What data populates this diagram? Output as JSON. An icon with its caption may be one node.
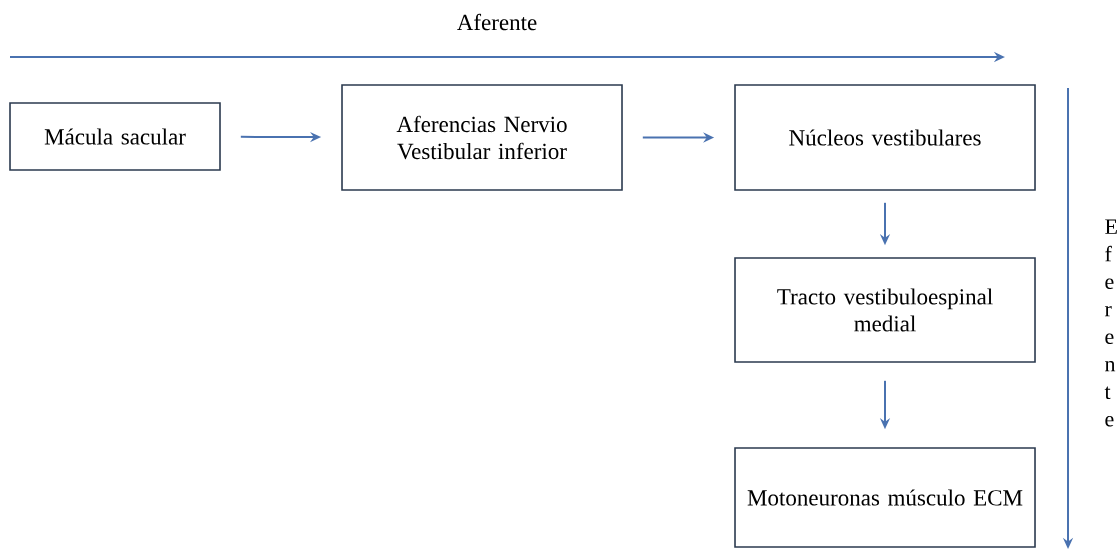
{
  "diagram": {
    "nodes": [
      {
        "text": [
          "Mácula sacular"
        ]
      },
      {
        "text": [
          "Aferencias Nervio Vestibular inferior"
        ]
      },
      {
        "text": [
          "Núcleos vestibulares"
        ]
      },
      {
        "text": [
          "Tracto vestibuloespinal medial"
        ]
      },
      {
        "text": [
          "Motoneuronas músculo ECM"
        ]
      }
    ],
    "edges": [
      {
        "from": 0,
        "to": 1,
        "arrow": "to"
      },
      {
        "from": 1,
        "to": 2,
        "arrow": "to"
      },
      {
        "from": 2,
        "to": 3,
        "arrow": "to"
      },
      {
        "from": 3,
        "to": 4,
        "arrow": "to"
      }
    ],
    "labels": [
      "Aferente",
      "Eferente"
    ]
  }
}
